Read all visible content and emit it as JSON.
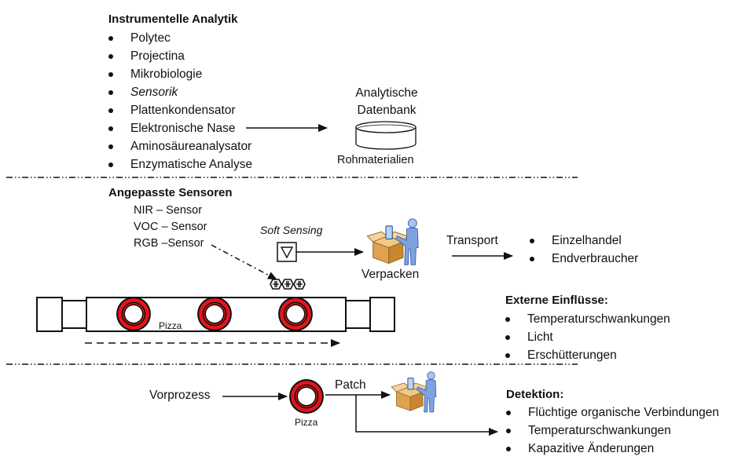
{
  "section1": {
    "title": "Instrumentelle Analytik",
    "items": [
      {
        "label": "Polytec",
        "italic": false
      },
      {
        "label": "Projectina",
        "italic": false
      },
      {
        "label": "Mikrobiologie",
        "italic": false
      },
      {
        "label": "Sensorik",
        "italic": true
      },
      {
        "label": "Plattenkondensator",
        "italic": false
      },
      {
        "label": "Elektronische Nase",
        "italic": false
      },
      {
        "label": "Aminosäureanalysator",
        "italic": false
      },
      {
        "label": "Enzymatische Analyse",
        "italic": false
      }
    ],
    "database": {
      "label_line1": "Analytische",
      "label_line2": "Datenbank",
      "caption": "Rohmaterialien",
      "icon": "database-cylinder-icon"
    }
  },
  "section2": {
    "sensors_title": "Angepasste Sensoren",
    "sensors": [
      "NIR – Sensor",
      "VOC – Sensor",
      "RGB –Sensor"
    ],
    "soft_sensing_label": "Soft Sensing",
    "soft_sensing_icon": "triangle-down-box-icon",
    "sensor_array_icon": "sensor-hexagon-icon",
    "packaging_label": "Verpacken",
    "packaging_icon": "person-packing-box-icon",
    "transport_label": "Transport",
    "destinations": [
      "Einzelhandel",
      "Endverbraucher"
    ],
    "conveyor": {
      "product_label": "Pizza",
      "product_count": 3,
      "product_icon": "pizza-ring-icon"
    },
    "external_title": "Externe Einflüsse:",
    "external_items": [
      "Temperaturschwankungen",
      "Licht",
      "Erschütterungen"
    ]
  },
  "section3": {
    "preprocess_label": "Vorprozess",
    "pizza_label": "Pizza",
    "patch_label": "Patch",
    "detection_title": "Detektion:",
    "detection_items": [
      "Flüchtige organische Verbindungen",
      "Temperaturschwankungen",
      "Kapazitive Änderungen"
    ]
  },
  "colors": {
    "pizza_red": "#e8141c",
    "line": "#111111",
    "box_orange": "#d9a24a",
    "person_blue": "#6f94d6"
  }
}
